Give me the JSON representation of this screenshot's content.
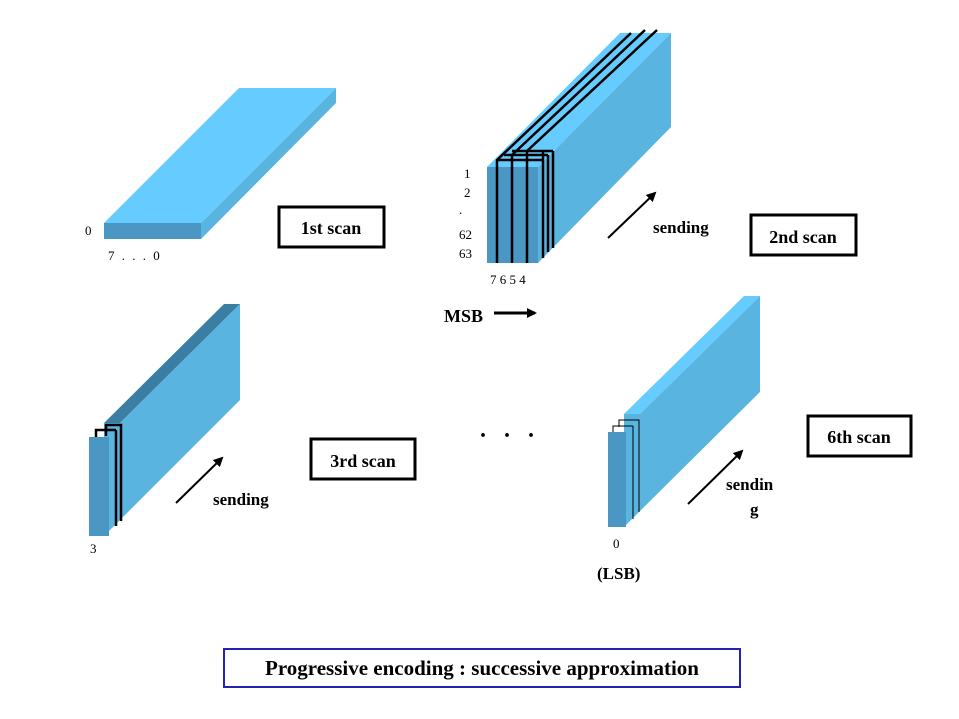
{
  "scan1": {
    "label": "1st scan",
    "row_label": "0",
    "bit_range": "7 . . . 0"
  },
  "scan2": {
    "label": "2nd scan",
    "rows": [
      "1",
      "2",
      ".",
      "62",
      "63"
    ],
    "bits": "7 6 5 4",
    "sending": "sending"
  },
  "msb": "MSB",
  "scan3": {
    "label": "3rd scan",
    "bit": "3",
    "sending": "sending"
  },
  "ellipsis": ". . .",
  "scan6": {
    "label": "6th scan",
    "bit": "0",
    "lsb": "(LSB)",
    "sending_line1": "sendin",
    "sending_line2": "g"
  },
  "caption": "Progressive encoding : successive approximation",
  "colors": {
    "top": "#66ccff",
    "side": "#5ab4e0",
    "front": "#4a97c4",
    "dark_side": "#3a7fa3",
    "caption_border": "#2323b4"
  }
}
